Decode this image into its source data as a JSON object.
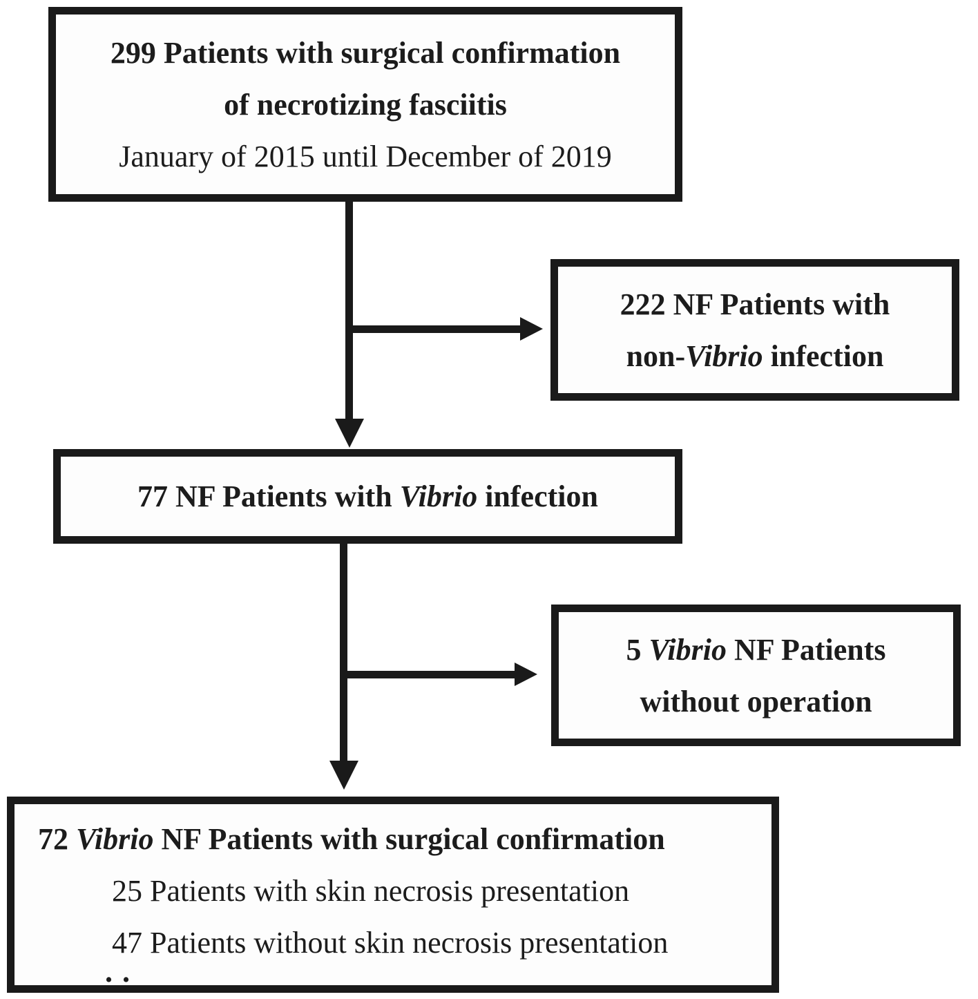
{
  "figure": {
    "type": "flowchart",
    "description": "Patient selection flow diagram for necrotizing fasciitis study",
    "colors": {
      "ink": "#1a1a1a",
      "background": "#ffffff"
    },
    "nodes": [
      {
        "id": "total-patients",
        "lines": [
          {
            "segments": [
              {
                "t": "299 Patients with surgical confirmation",
                "b": true
              }
            ]
          },
          {
            "segments": [
              {
                "t": "of necrotizing fasciitis",
                "b": true
              }
            ]
          },
          {
            "segments": [
              {
                "t": "January of 2015 until December of 2019"
              }
            ]
          }
        ]
      },
      {
        "id": "excluded-non-vibrio",
        "lines": [
          {
            "segments": [
              {
                "t": "222 NF Patients with",
                "b": true
              }
            ]
          },
          {
            "segments": [
              {
                "t": "non-",
                "b": true
              },
              {
                "t": "Vibrio",
                "b": true,
                "i": true
              },
              {
                "t": " infection",
                "b": true
              }
            ]
          }
        ]
      },
      {
        "id": "vibrio-infection",
        "lines": [
          {
            "segments": [
              {
                "t": "77 NF Patients with ",
                "b": true
              },
              {
                "t": "Vibrio",
                "b": true,
                "i": true
              },
              {
                "t": " infection",
                "b": true
              }
            ]
          }
        ]
      },
      {
        "id": "excluded-no-operation",
        "lines": [
          {
            "segments": [
              {
                "t": "5 ",
                "b": true
              },
              {
                "t": "Vibrio",
                "b": true,
                "i": true
              },
              {
                "t": " NF Patients",
                "b": true
              }
            ]
          },
          {
            "segments": [
              {
                "t": "without operation",
                "b": true
              }
            ]
          }
        ]
      },
      {
        "id": "final-cohort",
        "lines": [
          {
            "segments": [
              {
                "t": "72 ",
                "b": true
              },
              {
                "t": "Vibrio",
                "b": true,
                "i": true
              },
              {
                "t": " NF Patients with surgical confirmation",
                "b": true
              }
            ]
          },
          {
            "segments": [
              {
                "t": "25 Patients with skin necrosis presentation"
              }
            ]
          },
          {
            "segments": [
              {
                "t": "47 Patients without skin necrosis presentation"
              }
            ]
          },
          {
            "segments": [
              {
                "t": ".."
              }
            ]
          }
        ]
      }
    ],
    "edges": [
      {
        "from": "total-patients",
        "to": "vibrio-infection",
        "style": "arrow-down"
      },
      {
        "from": "total-patients",
        "to": "excluded-non-vibrio",
        "style": "arrow-right-branch"
      },
      {
        "from": "vibrio-infection",
        "to": "final-cohort",
        "style": "arrow-down"
      },
      {
        "from": "vibrio-infection",
        "to": "excluded-no-operation",
        "style": "arrow-right-branch"
      }
    ]
  }
}
